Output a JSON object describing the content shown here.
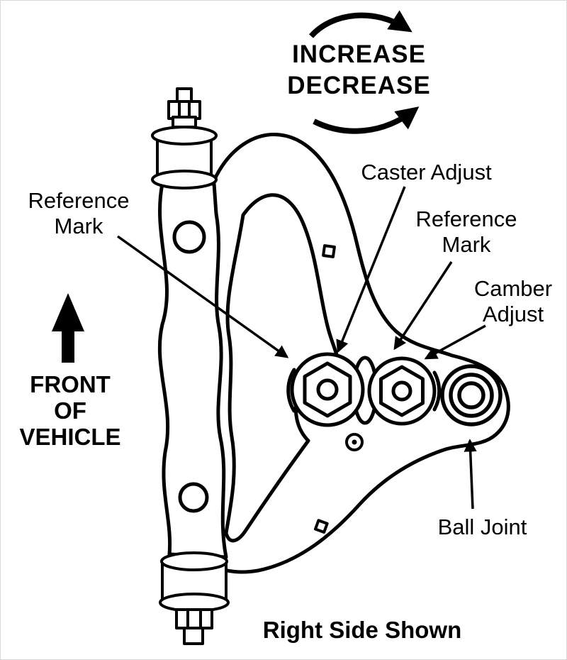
{
  "diagram": {
    "rotation": {
      "increase": "INCREASE",
      "decrease": "DECREASE"
    },
    "callouts": {
      "caster_adjust": "Caster Adjust",
      "reference_mark_left": {
        "line1": "Reference",
        "line2": "Mark"
      },
      "reference_mark_right": {
        "line1": "Reference",
        "line2": "Mark"
      },
      "camber_adjust": {
        "line1": "Camber",
        "line2": "Adjust"
      },
      "ball_joint": "Ball Joint"
    },
    "front_of_vehicle": {
      "line1": "FRONT",
      "line2": "OF",
      "line3": "VEHICLE"
    },
    "caption": "Right Side Shown",
    "colors": {
      "line": "#000000",
      "background": "#ffffff"
    }
  }
}
